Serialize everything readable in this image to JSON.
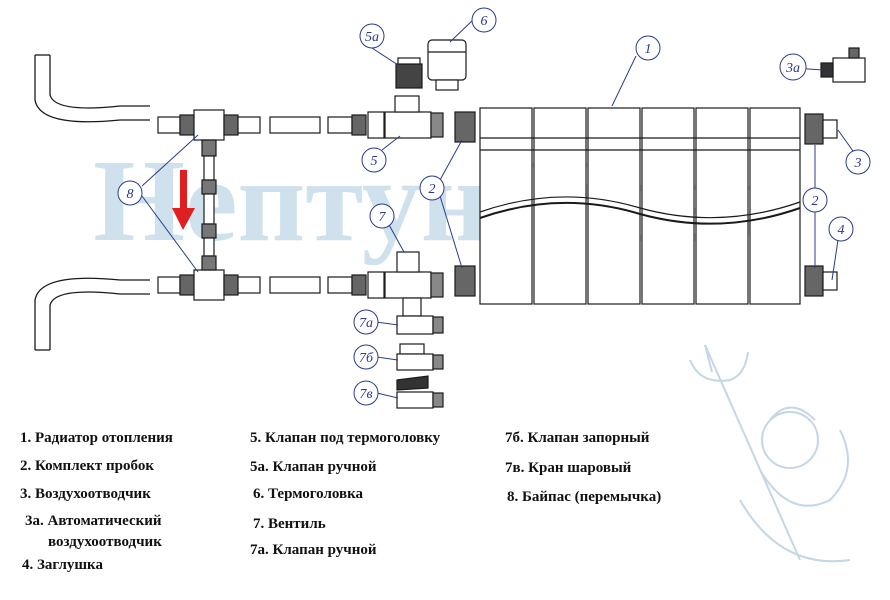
{
  "watermark": "Нептун-Урал",
  "callouts": [
    "1",
    "2",
    "2",
    "3",
    "3а",
    "4",
    "5",
    "5а",
    "6",
    "7",
    "7а",
    "7б",
    "7в",
    "8"
  ],
  "legend": {
    "col1": [
      "1. Радиатор отопления",
      "2. Комплект пробок",
      "3. Воздухоотводчик",
      "3а. Автоматический",
      "воздухоотводчик",
      "4. Заглушка"
    ],
    "col2": [
      "5. Клапан под термоголовку",
      "5а. Клапан ручной",
      "6. Термоголовка",
      "7. Вентиль",
      "7а. Клапан ручной"
    ],
    "col3": [
      "7б. Клапан запорный",
      "7в. Кран шаровый",
      "8. Байпас (перемычка)"
    ]
  },
  "colors": {
    "line": "#1a1a1a",
    "callout": "#2b3a8c",
    "arrow": "#e02020",
    "watermark": "#cfe1ec"
  }
}
